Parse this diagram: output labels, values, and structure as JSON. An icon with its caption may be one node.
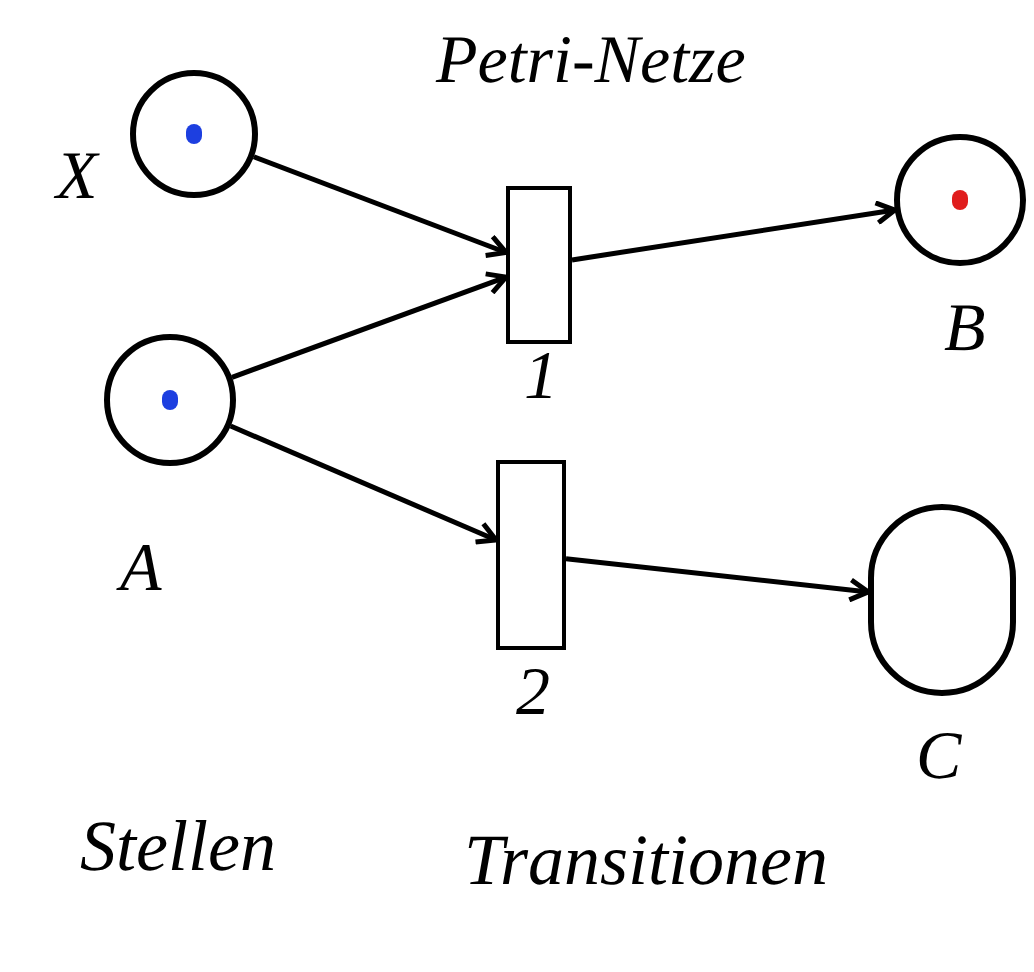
{
  "diagram": {
    "title": "Petri-Netze",
    "nodes": [
      {
        "text": [],
        "shape": "circle",
        "beside": [
          "X"
        ]
      },
      {
        "text": [],
        "shape": "circle",
        "beside": [
          "A"
        ]
      },
      {
        "text": [],
        "shape": "bar",
        "beside": [
          "1"
        ]
      },
      {
        "text": [],
        "shape": "bar",
        "beside": [
          "2"
        ]
      },
      {
        "text": [],
        "shape": "circle",
        "beside": [
          "B"
        ]
      },
      {
        "text": [],
        "shape": "circle",
        "beside": [
          "C"
        ]
      }
    ],
    "edges": [
      {
        "from": 0,
        "to": 2,
        "arrow": "to"
      },
      {
        "from": 1,
        "to": 2,
        "arrow": "to"
      },
      {
        "from": 2,
        "to": 4,
        "arrow": "to"
      },
      {
        "from": 1,
        "to": 3,
        "arrow": "to"
      },
      {
        "from": 3,
        "to": 5,
        "arrow": "to"
      }
    ],
    "labels": [
      "Stellen",
      "Transitionen"
    ]
  }
}
